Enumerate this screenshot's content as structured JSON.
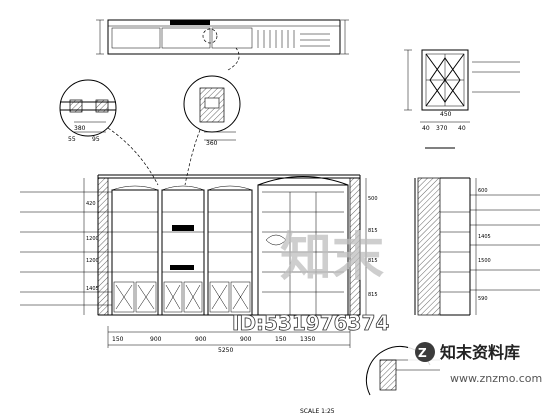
{
  "drawing": {
    "dims_bottom": [
      "150",
      "900",
      "900",
      "900",
      "150"
    ],
    "dims_total": "5250",
    "dims_left_top": "1350",
    "dims_detail": [
      "380",
      "55",
      "95",
      "360"
    ],
    "dims_door": [
      "40",
      "370",
      "40",
      "450"
    ],
    "dims_right_v": [
      "500",
      "815",
      "815",
      "815"
    ],
    "dims_side_v": [
      "600",
      "1405",
      "1500",
      "590"
    ],
    "dims_left_v": [
      "420",
      "1200",
      "1200",
      "1405"
    ],
    "label_scale": "SCALE 1:25"
  },
  "watermark": {
    "logo_text": "知末",
    "id_text": "ID:531976374",
    "brand_text": "知末资料库",
    "site_text": "www.znzmo.com"
  }
}
